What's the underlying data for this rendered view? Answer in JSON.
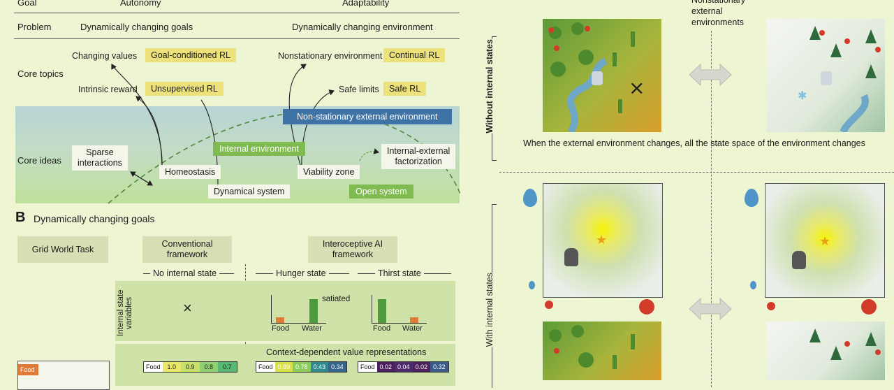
{
  "panel_a": {
    "header": {
      "goal": "Goal",
      "autonomy": "Autonomy",
      "adaptability": "Adaptability"
    },
    "problem": {
      "label": "Problem",
      "left": "Dynamically changing goals",
      "right": "Dynamically changing environment"
    },
    "core_topics": {
      "label": "Core topics",
      "changing_values": "Changing values",
      "goal_conditioned_rl": "Goal-conditioned RL",
      "intrinsic_reward": "Intrinsic reward",
      "unsupervised_rl": "Unsupervised RL",
      "nonstationary_env": "Nonstationary environment",
      "continual_rl": "Continual RL",
      "safe_limits": "Safe limits",
      "safe_rl": "Safe RL"
    },
    "core_ideas": {
      "label": "Core ideas",
      "non_stationary_ext": "Non-stationary external environment",
      "internal_env": "Internal environment",
      "sparse": "Sparse\ninteractions",
      "homeostasis": "Homeostasis",
      "dynamical_system": "Dynamical system",
      "viability_zone": "Viability zone",
      "internal_external": "Internal-external\nfactorization",
      "open_system": "Open system"
    }
  },
  "panel_b": {
    "letter": "B",
    "title": "Dynamically changing goals",
    "grid_world": "Grid World Task",
    "conventional": "Conventional\nframework",
    "interoceptive": "Interoceptive AI\nframework",
    "no_internal": "No internal state",
    "hunger": "Hunger state",
    "thirst": "Thirst state",
    "isv_label": "Internal state\nvariables",
    "cross": "×",
    "satiated": "satiated",
    "food": "Food",
    "water": "Water",
    "context": "Context-dependent value representations",
    "heat_conv": [
      "Food",
      "1.0",
      "0.9",
      "0.8",
      "0.7"
    ],
    "heat_hunger": [
      "Food",
      "0.89",
      "0.78",
      "0.43",
      "0.34"
    ],
    "heat_thirst": [
      "Food",
      "0.02",
      "0.04",
      "0.02",
      "0.32"
    ],
    "grid_food": "Food"
  },
  "panel_right": {
    "nonstationary": "Nonstationary\nexternal\nenvironments",
    "without": "Without internal states",
    "with": "With internal states",
    "caption": "When the external environment changes, all the state space of the environment changes"
  },
  "colors": {
    "background": "#eef5d3",
    "highlight": "#ede17c",
    "blue": "#3f73a6",
    "green": "#7fbb50"
  }
}
